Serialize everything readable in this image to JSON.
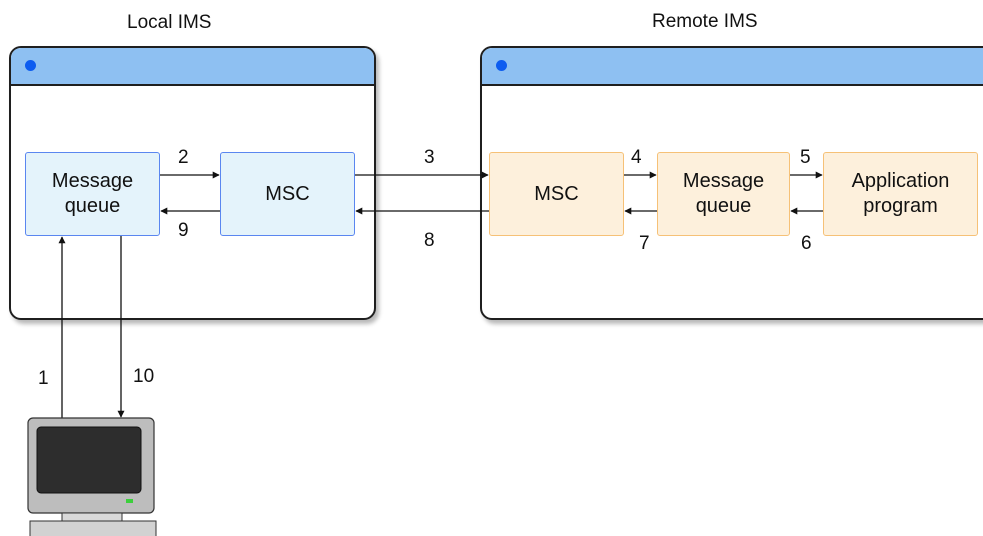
{
  "systems": {
    "local": {
      "title": "Local IMS"
    },
    "remote": {
      "title": "Remote IMS"
    }
  },
  "nodes": {
    "local_queue": "Message\nqueue",
    "local_msc": "MSC",
    "remote_msc": "MSC",
    "remote_queue": "Message\nqueue",
    "app_program": "Application\nprogram"
  },
  "steps": [
    "1",
    "2",
    "3",
    "4",
    "5",
    "6",
    "7",
    "8",
    "9",
    "10"
  ],
  "colors": {
    "title_bar": "#8ec0f2",
    "title_dot": "#0d5cf0",
    "local_fill": "#e4f3fb",
    "local_border": "#5a86f0",
    "remote_fill": "#fdf0dc",
    "remote_border": "#f6c177"
  },
  "icons": {
    "terminal": "computer-terminal-icon"
  }
}
